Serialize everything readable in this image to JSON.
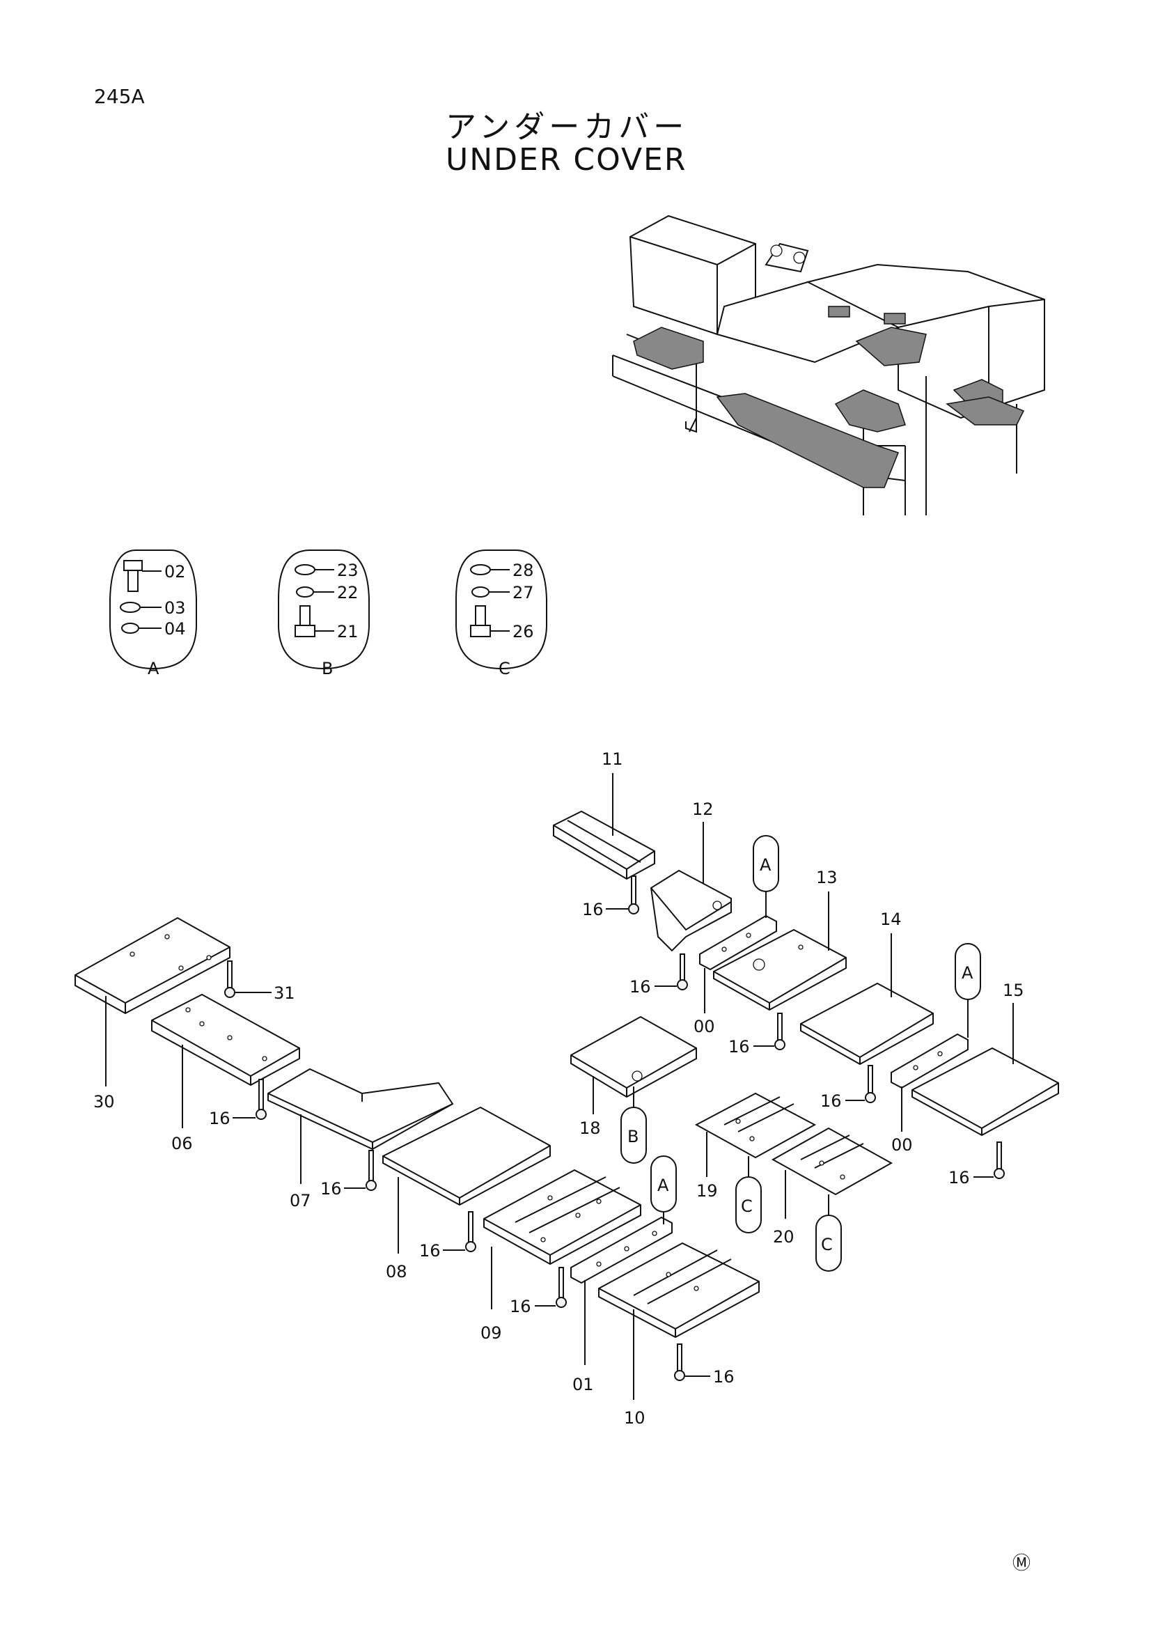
{
  "header": {
    "page_code": "245A",
    "title_ja": "アンダーカバー",
    "title_en": "UNDER COVER"
  },
  "hardware_sets": [
    {
      "letter": "A",
      "parts": [
        "02",
        "03",
        "04"
      ]
    },
    {
      "letter": "B",
      "parts": [
        "23",
        "22",
        "21"
      ]
    },
    {
      "letter": "C",
      "parts": [
        "28",
        "27",
        "26"
      ]
    }
  ],
  "callouts": {
    "p00": "00",
    "p01": "01",
    "p06": "06",
    "p07": "07",
    "p08": "08",
    "p09": "09",
    "p10": "10",
    "p11": "11",
    "p12": "12",
    "p13": "13",
    "p14": "14",
    "p15": "15",
    "p16": "16",
    "p18": "18",
    "p19": "19",
    "p20": "20",
    "p30": "30",
    "p31": "31",
    "tagA": "A",
    "tagB": "B",
    "tagC": "C"
  },
  "footer": {
    "mark": "Ⓜ"
  }
}
